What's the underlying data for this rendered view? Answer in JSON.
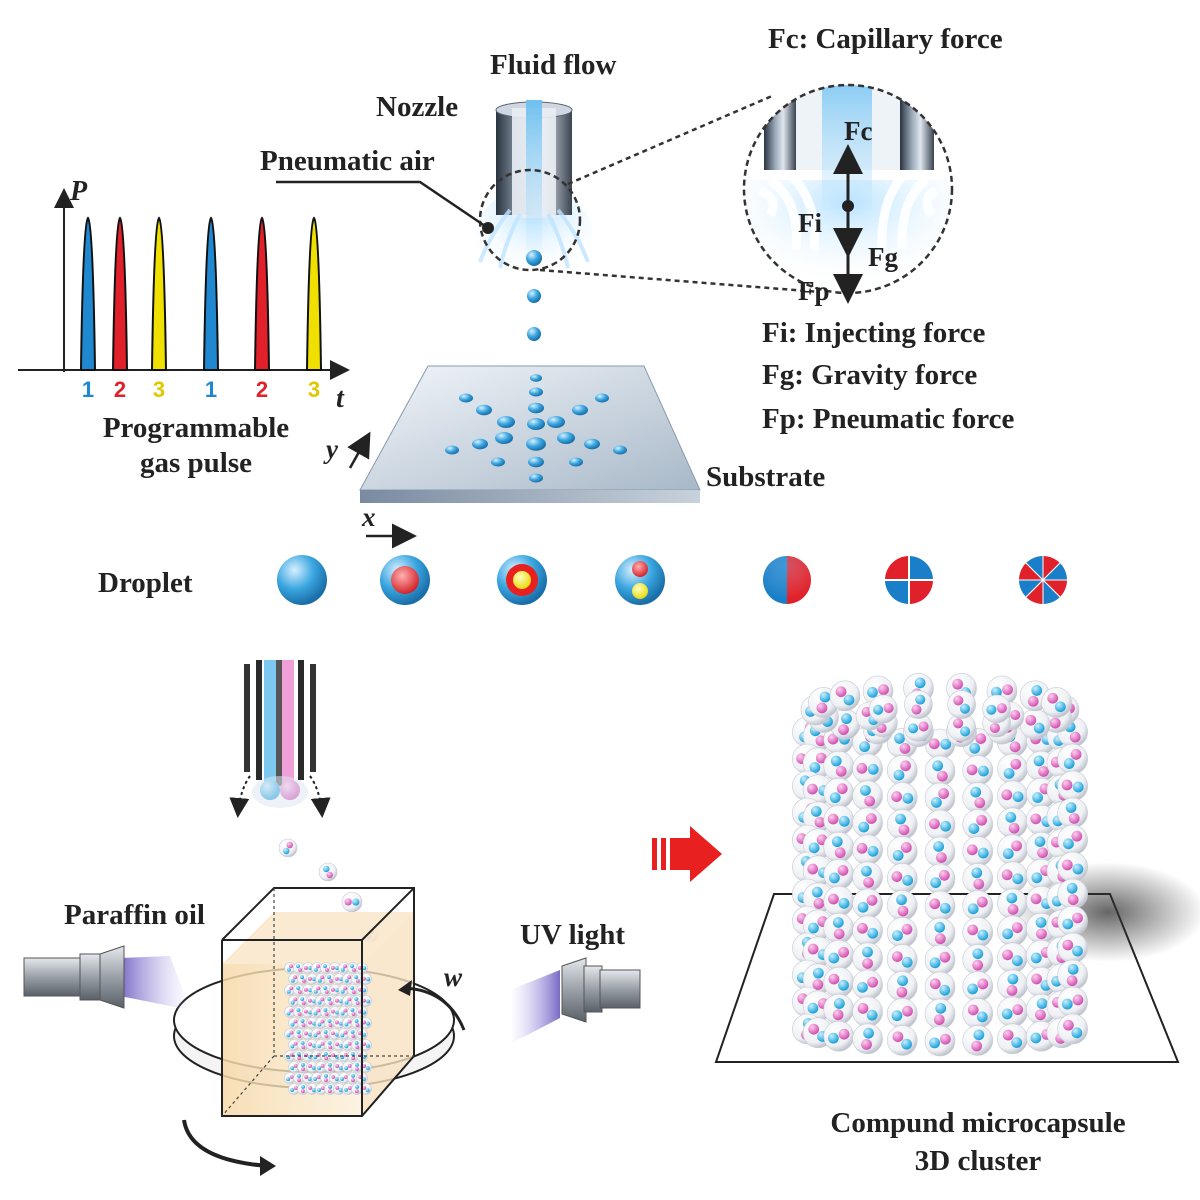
{
  "title_fluid_flow": "Fluid flow",
  "label_nozzle": "Nozzle",
  "label_pneumatic_air": "Pneumatic  air",
  "label_substrate": "Substrate",
  "label_droplet": "Droplet",
  "label_paraffin_oil": "Paraffin oil",
  "label_uv_light": "UV light",
  "label_w": "w",
  "cluster_caption": [
    "Compund microcapsule",
    "3D cluster"
  ],
  "gas_pulse": {
    "axis_p": "P",
    "axis_t": "t",
    "caption": [
      "Programmable",
      "gas pulse"
    ],
    "pulses": [
      {
        "label": "1",
        "color": "#1f88d0"
      },
      {
        "label": "2",
        "color": "#e0202a"
      },
      {
        "label": "3",
        "color": "#f0e000"
      },
      {
        "label": "1",
        "color": "#1f88d0"
      },
      {
        "label": "2",
        "color": "#e0202a"
      },
      {
        "label": "3",
        "color": "#f0e000"
      }
    ]
  },
  "forces": {
    "fc": "Fc",
    "fi": "Fi",
    "fg": "Fg",
    "fp": "Fp",
    "legend": [
      "Fc: Capillary  force",
      "Fi: Injecting  force",
      "Fg: Gravity  force",
      "Fp: Pneumatic  force"
    ]
  },
  "axes": {
    "x": "x",
    "y": "y"
  },
  "droplet_types": [
    "plain",
    "core",
    "double-core",
    "dual-core",
    "janus",
    "quad",
    "octa"
  ],
  "colors": {
    "blue": "#2a9fd8",
    "red": "#e0202a",
    "yellow": "#f0e000",
    "pink": "#e070c0",
    "cyan": "#30b0e0",
    "uv": "#8a7ad0"
  }
}
